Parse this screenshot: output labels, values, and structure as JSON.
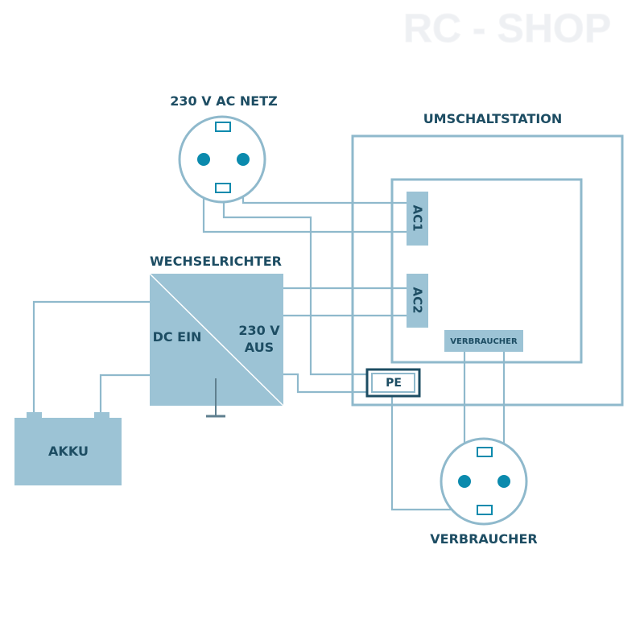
{
  "watermark": "RC - SHOP",
  "labels": {
    "grid": "230 V AC NETZ",
    "switch_station": "UMSCHALTSTATION",
    "inverter_title": "WECHSELRICHTER",
    "dc_in": "DC EIN",
    "ac_out_line1": "230 V",
    "ac_out_line2": "AUS",
    "battery": "AKKU",
    "ac1": "AC1",
    "ac2": "AC2",
    "pe": "PE",
    "consumer_block": "VERBRAUCHER",
    "consumer": "VERBRAUCHER"
  },
  "colors": {
    "wire": "#8fb9cc",
    "block": "#9cc3d5",
    "pin": "#0b8aad",
    "text": "#1d4d63"
  }
}
